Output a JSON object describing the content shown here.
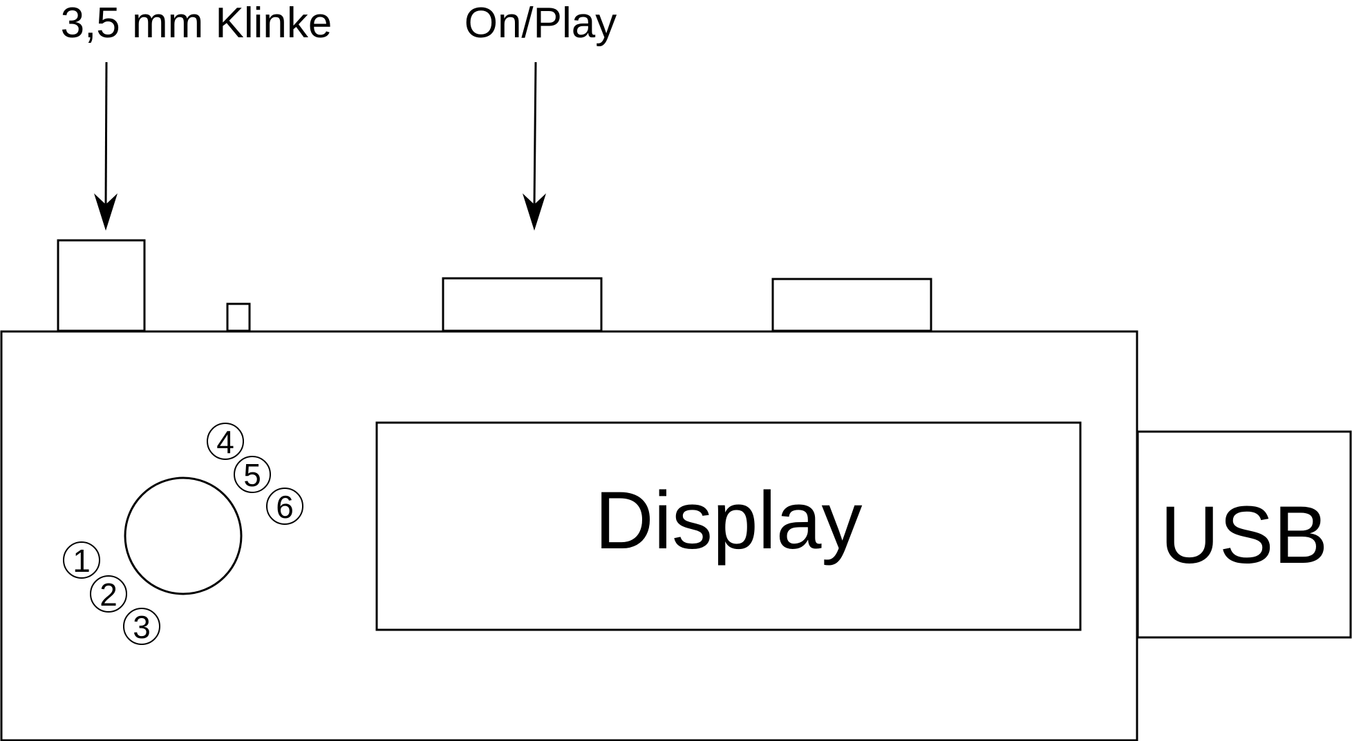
{
  "labels": {
    "jack": "3,5 mm Klinke",
    "on_play": "On/Play",
    "display": "Display",
    "usb": "USB"
  },
  "markers": [
    "1",
    "2",
    "3",
    "4",
    "5",
    "6"
  ]
}
